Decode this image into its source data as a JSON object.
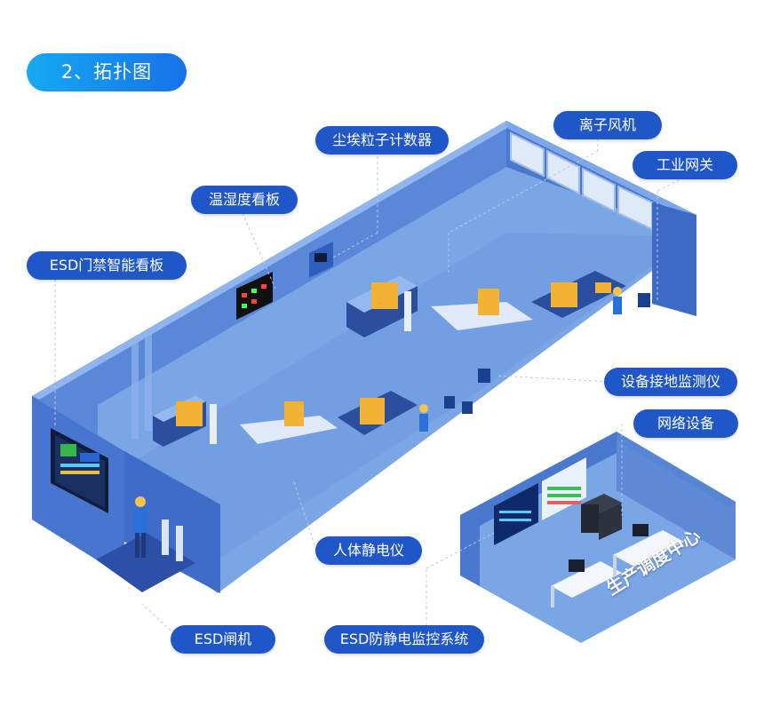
{
  "section_title": "2、拓扑图",
  "labels": {
    "ion_fan": "离子风机",
    "dust_counter": "尘埃粒子计数器",
    "industrial_gateway": "工业网关",
    "temp_humidity_board": "温湿度看板",
    "esd_access_board": "ESD门禁智能看板",
    "grounding_monitor": "设备接地监测仪",
    "network_device": "网络设备",
    "body_static_meter": "人体静电仪",
    "esd_gate": "ESD闸机",
    "esd_monitor_system": "ESD防静电监控系统"
  },
  "control_center_name": "生产调度中心",
  "colors": {
    "title_gradient_start": "#16a9f2",
    "title_gradient_end": "#1772e8",
    "label_bg": "#1f57c9",
    "wall": "#4f7fd6",
    "floor": "#6f9ee3",
    "dark_wall": "#3a66c4"
  }
}
